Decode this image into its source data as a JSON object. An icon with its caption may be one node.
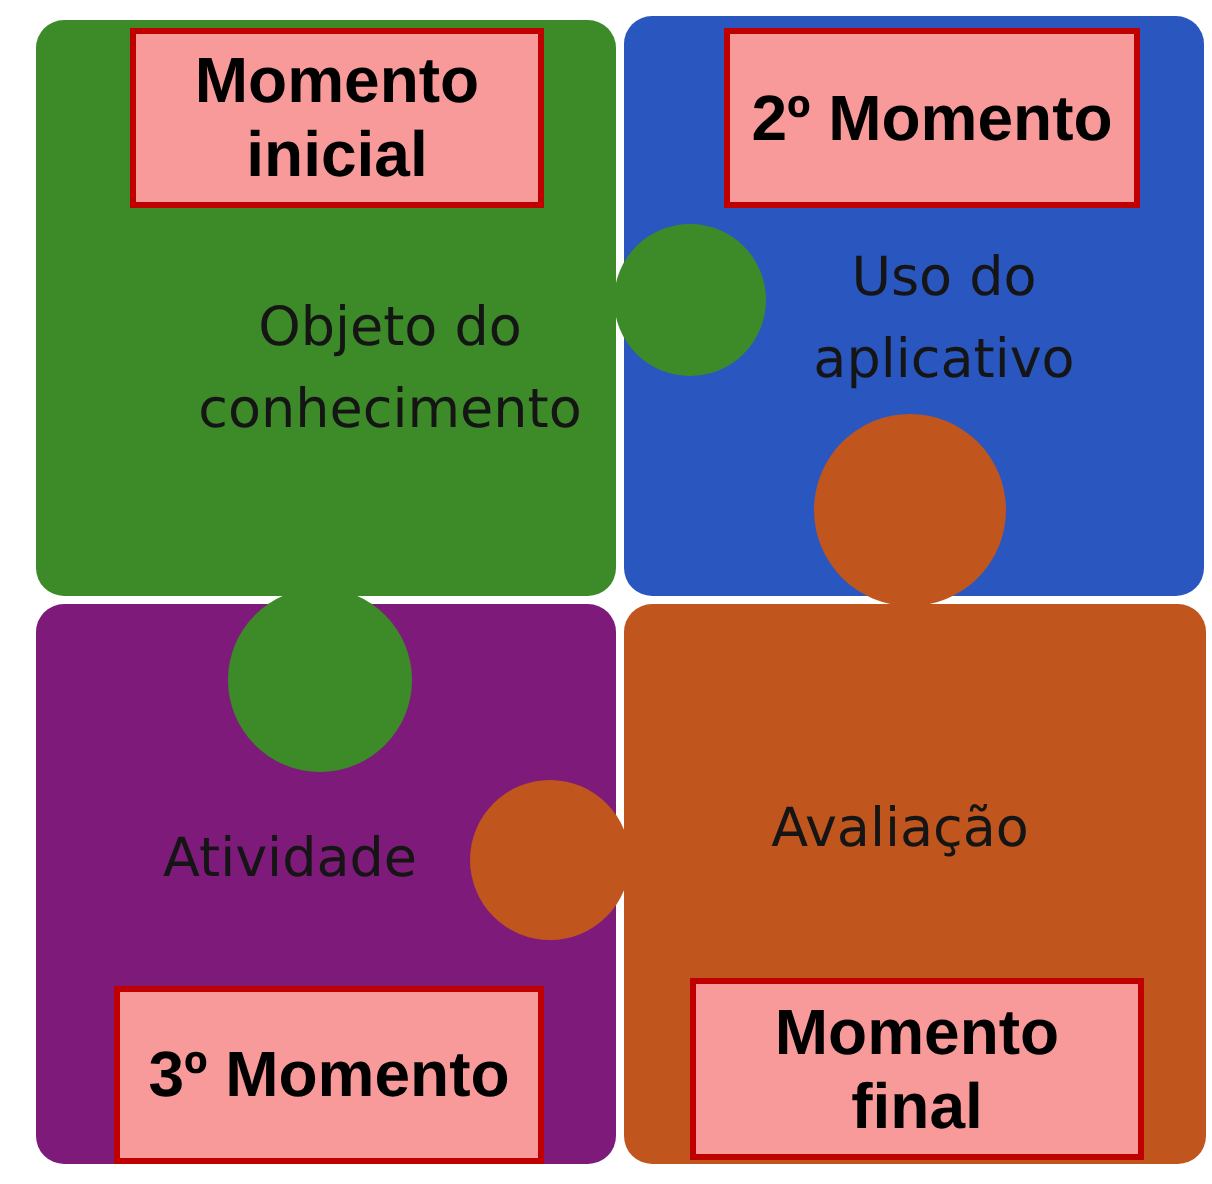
{
  "diagram": {
    "nodes": [
      {
        "text": [
          "Objeto do conhecimento"
        ]
      },
      {
        "text": [
          "Momento inicial"
        ],
        "in": 0
      },
      {
        "text": [
          "Uso do aplicativo"
        ]
      },
      {
        "text": [
          "2º Momento"
        ],
        "in": 2
      },
      {
        "text": [
          "Atividade"
        ]
      },
      {
        "text": [
          "3º Momento"
        ],
        "in": 4
      },
      {
        "text": [
          "Avaliação"
        ]
      },
      {
        "text": [
          "Momento final"
        ],
        "in": 6
      }
    ]
  }
}
